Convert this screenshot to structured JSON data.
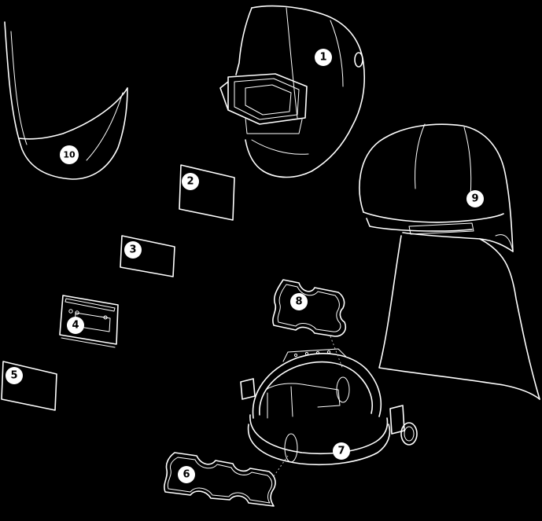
{
  "parts": [
    {
      "id": "helmet-shell",
      "number": "1"
    },
    {
      "id": "outer-cover-lens",
      "number": "2"
    },
    {
      "id": "inner-cover-lens",
      "number": "3"
    },
    {
      "id": "auto-darkening-filter",
      "number": "4"
    },
    {
      "id": "magnifier-lens",
      "number": "5"
    },
    {
      "id": "rear-sweatband",
      "number": "6"
    },
    {
      "id": "headgear",
      "number": "7"
    },
    {
      "id": "front-sweatband",
      "number": "8"
    },
    {
      "id": "hard-hat-with-neck-protector",
      "number": "9"
    },
    {
      "id": "bib",
      "number": "10"
    }
  ]
}
